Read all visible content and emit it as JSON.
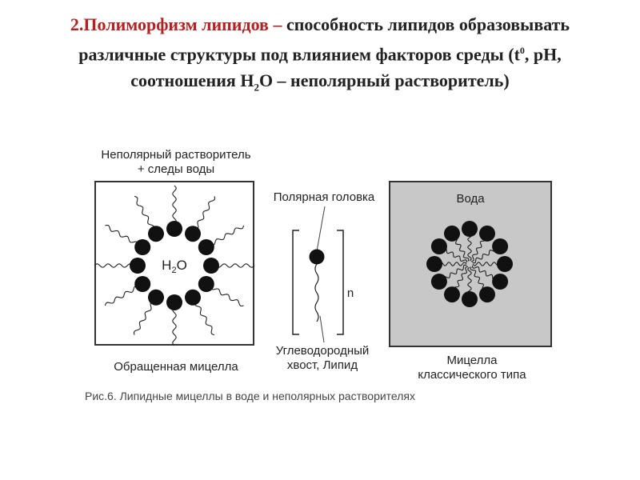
{
  "slide": {
    "title_number": "2.",
    "title_term": "Полиморфизм липидов –",
    "title_rest_1": " способность липидов образовывать различные структуры под влиянием факторов среды (t",
    "title_sup": "0",
    "title_rest_2": ", pH, соотношения H",
    "title_sub": "2",
    "title_rest_3": "O – неполярный растворитель)"
  },
  "figure": {
    "reverse_micelle": {
      "top_label_line1": "Неполярный растворитель",
      "top_label_line2": "+ следы воды",
      "core_label_main": "H",
      "core_label_sub": "2",
      "core_label_end": "O",
      "bottom_label": "Обращенная мицелла",
      "head_count": 12
    },
    "lipid": {
      "head_label": "Полярная головка",
      "repeat_label": "n",
      "tail_label_line1": "Углеводородный",
      "tail_label_line2": "хвост, Липид"
    },
    "normal_micelle": {
      "top_label": "Вода",
      "bottom_label_line1": "Мицелла",
      "bottom_label_line2": "классического типа",
      "head_count": 12
    },
    "caption": "Рис.6. Липидные мицеллы в воде и неполярных растворителях"
  },
  "colors": {
    "title_accent": "#b22222",
    "title_text": "#222222",
    "heads": "#111111",
    "water_box": "#c8c8c8"
  },
  "icons": [
    "lipid-head-icon",
    "hydrocarbon-tail-icon"
  ]
}
